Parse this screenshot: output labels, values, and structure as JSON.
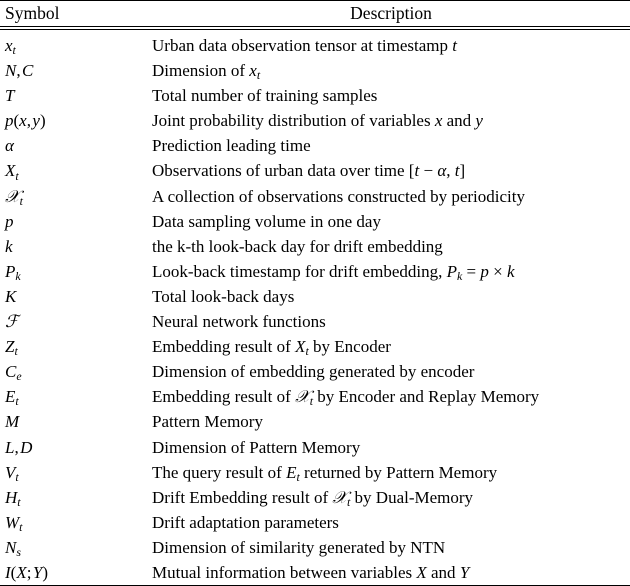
{
  "table": {
    "headers": {
      "symbol": "Symbol",
      "description": "Description"
    },
    "rows": [
      {
        "symbol": "xₜ",
        "symbol_plain": "x_t",
        "description": "Urban data observation tensor at timestamp t"
      },
      {
        "symbol": "N, C",
        "symbol_plain": "N, C",
        "description": "Dimension of x_t"
      },
      {
        "symbol": "T",
        "symbol_plain": "T",
        "description": "Total number of training samples"
      },
      {
        "symbol": "p(x, y)",
        "symbol_plain": "p(x, y)",
        "description": "Joint probability distribution of variables x and y"
      },
      {
        "symbol": "α",
        "symbol_plain": "alpha",
        "description": "Prediction leading time"
      },
      {
        "symbol": "Xₜ",
        "symbol_plain": "X_t",
        "description": "Observations of urban data over time [t − α, t]"
      },
      {
        "symbol": "𝒳ₜ",
        "symbol_plain": "cal_X_t",
        "description": "A collection of observations constructed by periodicity"
      },
      {
        "symbol": "p",
        "symbol_plain": "p",
        "description": "Data sampling volume in one day"
      },
      {
        "symbol": "k",
        "symbol_plain": "k",
        "description": "the k-th look-back day for drift embedding"
      },
      {
        "symbol": "Pₖ",
        "symbol_plain": "P_k",
        "description": "Look-back timestamp for drift embedding, P_k = p × k"
      },
      {
        "symbol": "K",
        "symbol_plain": "K",
        "description": "Total look-back days"
      },
      {
        "symbol": "ℱ",
        "symbol_plain": "cal_F",
        "description": "Neural network functions"
      },
      {
        "symbol": "Zₜ",
        "symbol_plain": "Z_t",
        "description": "Embedding result of X_t by Encoder"
      },
      {
        "symbol": "Cₑ",
        "symbol_plain": "C_e",
        "description": "Dimension of embedding generated by encoder"
      },
      {
        "symbol": "Eₜ",
        "symbol_plain": "E_t",
        "description": "Embedding result of cal_X_t by Encoder and Replay Memory"
      },
      {
        "symbol": "M",
        "symbol_plain": "M",
        "description": "Pattern Memory"
      },
      {
        "symbol": "L, D",
        "symbol_plain": "L, D",
        "description": "Dimension of Pattern Memory"
      },
      {
        "symbol": "Vₜ",
        "symbol_plain": "V_t",
        "description": "The query result of E_t returned by Pattern Memory"
      },
      {
        "symbol": "Hₜ",
        "symbol_plain": "H_t",
        "description": "Drift Embedding result of cal_X_t by Dual-Memory"
      },
      {
        "symbol": "Wₜ",
        "symbol_plain": "W_t",
        "description": "Drift adaptation parameters"
      },
      {
        "symbol": "Nₛ",
        "symbol_plain": "N_s",
        "description": "Dimension of similarity generated by NTN"
      },
      {
        "symbol": "I(X; Y)",
        "symbol_plain": "I(X;Y)",
        "description": "Mutual information between variables X and Y"
      }
    ],
    "symbols_markup": [
      "<i>x</i><sub><i>t</i></sub>",
      "<i>N</i>,&#8202;<i>C</i>",
      "<i>T</i>",
      "<i>p</i>(<i>x</i>,&#8202;<i>y</i>)",
      "<i>α</i>",
      "<i>X</i><sub><i>t</i></sub>",
      "<span class=\"calli\">𝒳</span><sub><i>t</i></sub>",
      "<i>p</i>",
      "<i>k</i>",
      "<i>P</i><sub><i>k</i></sub>",
      "<i>K</i>",
      "<span class=\"calli\">ℱ</span>",
      "<i>Z</i><sub><i>t</i></sub>",
      "<i>C</i><sub><i>e</i></sub>",
      "<i>E</i><sub><i>t</i></sub>",
      "<i>M</i>",
      "<i>L</i>,&#8202;<i>D</i>",
      "<i>V</i><sub><i>t</i></sub>",
      "<i>H</i><sub><i>t</i></sub>",
      "<i>W</i><sub><i>t</i></sub>",
      "<i>N</i><sub><i>s</i></sub>",
      "<i>I</i>(<i>X</i>;&#8202;<i>Y</i>)"
    ],
    "descriptions_markup": [
      "Urban data observation tensor at timestamp <i>t</i>",
      "Dimension of <i>x</i><sub><i>t</i></sub>",
      "Total number of training samples",
      "Joint probability distribution of variables <i>x</i> and <i>y</i>",
      "Prediction leading time",
      "Observations of urban data over time [<i>t</i> &#8722; <i>α</i>, <i>t</i>]",
      "A collection of observations constructed by periodicity",
      "Data sampling volume in one day",
      "the k-th look-back day for drift embedding",
      "Look-back timestamp for drift embedding, <i>P</i><sub><i>k</i></sub> = <i>p</i> &#215; <i>k</i>",
      "Total look-back days",
      "Neural network functions",
      "Embedding result of <i>X</i><sub><i>t</i></sub> by Encoder",
      "Dimension of embedding generated by encoder",
      "Embedding result of <span class=\"calli\">𝒳</span><sub><i>t</i></sub> by Encoder and Replay Memory",
      "Pattern Memory",
      "Dimension of Pattern Memory",
      "The query result of <i>E</i><sub><i>t</i></sub> returned by Pattern Memory",
      "Drift Embedding result of <span class=\"calli\">𝒳</span><sub><i>t</i></sub> by Dual-Memory",
      "Drift adaptation parameters",
      "Dimension of similarity generated by NTN",
      "Mutual information between variables <i>X</i> and <i>Y</i>"
    ]
  }
}
